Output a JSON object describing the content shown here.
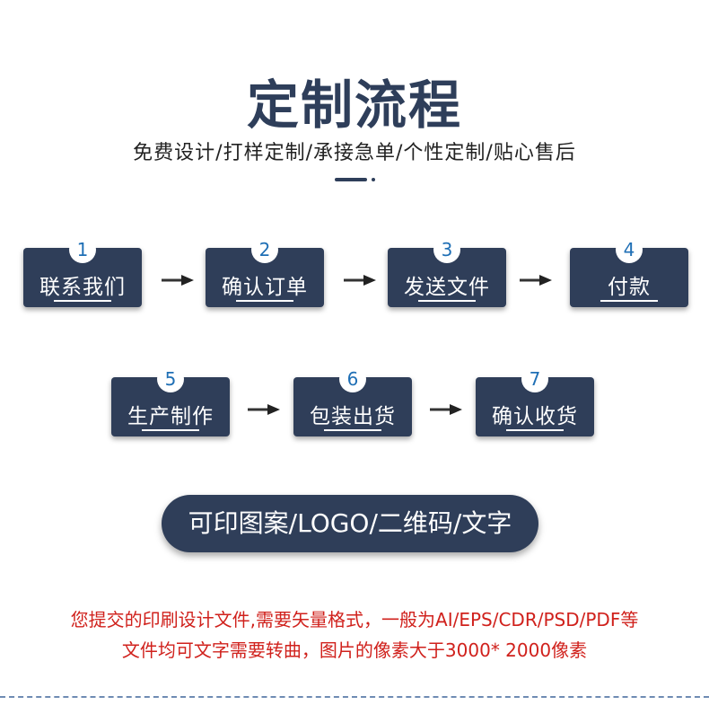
{
  "title": "定制流程",
  "subtitle": "免费设计/打样定制/承接急单/个性定制/贴心售后",
  "steps": [
    {
      "num": "1",
      "label": "联系我们"
    },
    {
      "num": "2",
      "label": "确认订单"
    },
    {
      "num": "3",
      "label": "发送文件"
    },
    {
      "num": "4",
      "label": "付款"
    },
    {
      "num": "5",
      "label": "生产制作"
    },
    {
      "num": "6",
      "label": "包装出货"
    },
    {
      "num": "7",
      "label": "确认收货"
    }
  ],
  "pill_text": "可印图案/LOGO/二维码/文字",
  "notes": {
    "line1": "您提交的印刷设计文件,需要矢量格式，一般为AI/EPS/CDR/PSD/PDF等",
    "line2": "文件均可文字需要转曲，图片的像素大于3000* 2000像素"
  },
  "colors": {
    "primary": "#2f3e59",
    "number": "#1f6fb5",
    "note": "#d0211c"
  }
}
